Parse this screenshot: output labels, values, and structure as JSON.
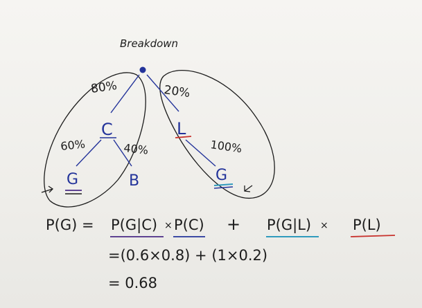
{
  "diagram": {
    "title": "Breakdown",
    "root": "•",
    "branches": {
      "root_to_c": "80%",
      "root_to_l": "20%",
      "c_to_g": "60%",
      "c_to_b": "40%",
      "l_to_g": "100%"
    },
    "nodes": {
      "c": "C",
      "l": "L",
      "g_left": "G",
      "b": "B",
      "g_right": "G"
    },
    "equation": {
      "lhs": "P(G) =",
      "term1a": "P(G|C)",
      "times1": "×",
      "term1b": "P(C)",
      "plus": "+",
      "term2a": "P(G|L)",
      "times2": "×",
      "term2b": "P(L)",
      "line2": "=(0.6×0.8) + (1×0.2)",
      "line3": "= 0.68"
    },
    "colors": {
      "ink": "#1c1c1c",
      "blue": "#23339a",
      "red": "#c8332e",
      "purple": "#4a2a86",
      "teal": "#2f9bbd"
    }
  }
}
